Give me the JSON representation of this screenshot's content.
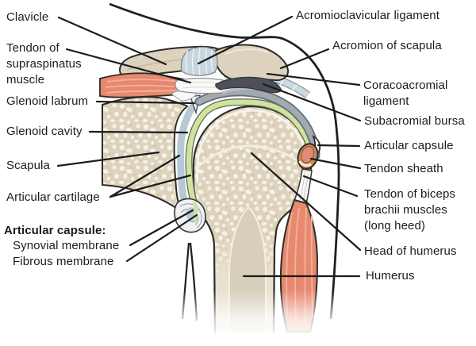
{
  "palette": {
    "background": "#ffffff",
    "outline": "#2e2c28",
    "leader_line": "#1c1c1c",
    "label_text": "#1c1c1c",
    "bone_smooth": "#dcd2be",
    "bone_fill": "#e9e1d1",
    "bone_trabecular_bg": "#ddd2bc",
    "bone_speckle": "#f6f1e6",
    "cartilage_green": "#cfe2a0",
    "cartilage_green_edge": "#5d6652",
    "joint_cavity_blue": "#b7c8d5",
    "capsule_gray": "#a2aab1",
    "capsule_gray_dark": "#646c74",
    "bursa_dark_gray": "#4d5156",
    "ligament_blue": "#ccd9e1",
    "muscle_salmon": "#e6896f",
    "muscle_highlight": "#f3b19c",
    "tendon_white": "#fbfaf7",
    "sheath_tan": "#c88c55",
    "sheath_core": "#df8b75"
  },
  "labels": {
    "left": [
      {
        "id": "clavicle",
        "text": "Clavicle"
      },
      {
        "id": "tendon-of-supraspinatus-muscle",
        "text": "Tendon of\nsupraspinatus\nmuscle"
      },
      {
        "id": "glenoid-labrum",
        "text": "Glenoid labrum"
      },
      {
        "id": "glenoid-cavity",
        "text": "Glenoid cavity"
      },
      {
        "id": "scapula",
        "text": "Scapula"
      },
      {
        "id": "articular-cartilage",
        "text": "Articular cartilage"
      },
      {
        "id": "articular-capsule-heading",
        "text": "Articular capsule:"
      },
      {
        "id": "synovial-membrane",
        "text": "Synovial membrane"
      },
      {
        "id": "fibrous-membrane",
        "text": "Fibrous membrane"
      }
    ],
    "right": [
      {
        "id": "acromioclavicular-ligament",
        "text": "Acromioclavicular ligament"
      },
      {
        "id": "acromion-of-scapula",
        "text": "Acromion of scapula"
      },
      {
        "id": "coracoacromial-ligament",
        "text": "Coracoacromial\nligament"
      },
      {
        "id": "subacromial-bursa",
        "text": "Subacromial bursa"
      },
      {
        "id": "articular-capsule",
        "text": "Articular capsule"
      },
      {
        "id": "tendon-sheath",
        "text": "Tendon sheath"
      },
      {
        "id": "tendon-of-biceps-brachii",
        "text": "Tendon of biceps\nbrachii muscles\n(long heed)"
      },
      {
        "id": "head-of-humerus",
        "text": "Head of humerus"
      },
      {
        "id": "humerus",
        "text": "Humerus"
      }
    ]
  }
}
